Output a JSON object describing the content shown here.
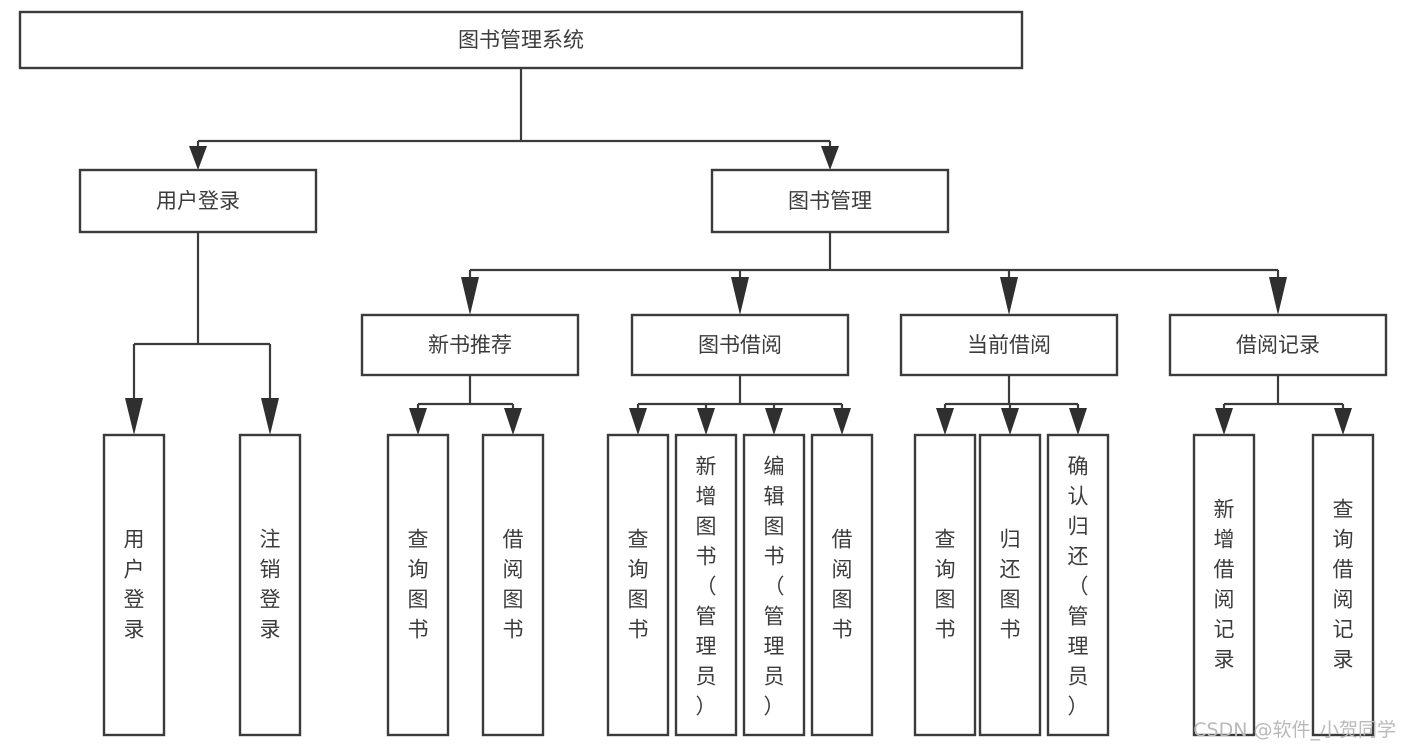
{
  "diagram": {
    "type": "tree",
    "title": "图书管理系统",
    "root": {
      "id": "root",
      "label": "图书管理系统"
    },
    "level2": [
      {
        "id": "user-login",
        "label": "用户登录"
      },
      {
        "id": "book-manage",
        "label": "图书管理"
      }
    ],
    "level3": [
      {
        "id": "new-book-rec",
        "label": "新书推荐",
        "parent": "book-manage"
      },
      {
        "id": "book-borrow",
        "label": "图书借阅",
        "parent": "book-manage"
      },
      {
        "id": "current-borrow",
        "label": "当前借阅",
        "parent": "book-manage"
      },
      {
        "id": "borrow-record",
        "label": "借阅记录",
        "parent": "book-manage"
      }
    ],
    "leaves": [
      {
        "id": "leaf-user-login",
        "label": "用户登录",
        "parent": "user-login"
      },
      {
        "id": "leaf-logout-login",
        "label": "注销登录",
        "parent": "user-login"
      },
      {
        "id": "leaf-query-book-1",
        "label": "查询图书",
        "parent": "new-book-rec"
      },
      {
        "id": "leaf-borrow-book-1",
        "label": "借阅图书",
        "parent": "new-book-rec"
      },
      {
        "id": "leaf-query-book-2",
        "label": "查询图书",
        "parent": "book-borrow"
      },
      {
        "id": "leaf-add-book",
        "label": "新增图书（管理员）",
        "parent": "book-borrow"
      },
      {
        "id": "leaf-edit-book",
        "label": "编辑图书（管理员）",
        "parent": "book-borrow"
      },
      {
        "id": "leaf-borrow-book-2",
        "label": "借阅图书",
        "parent": "book-borrow"
      },
      {
        "id": "leaf-query-book-3",
        "label": "查询图书",
        "parent": "current-borrow"
      },
      {
        "id": "leaf-return-book",
        "label": "归还图书",
        "parent": "current-borrow"
      },
      {
        "id": "leaf-confirm-return",
        "label": "确认归还（管理员）",
        "parent": "current-borrow"
      },
      {
        "id": "leaf-add-record",
        "label": "新增借阅记录",
        "parent": "borrow-record"
      },
      {
        "id": "leaf-query-record",
        "label": "查询借阅记录",
        "parent": "borrow-record"
      }
    ],
    "colors": {
      "box_stroke": "#3b3b3b",
      "box_fill": "#ffffff",
      "text": "#3c3c3c",
      "connector": "#3b3b3b",
      "watermark": "#b9b9b9",
      "background": "#ffffff"
    }
  },
  "watermark": {
    "text": "CSDN @软件_小贺同学"
  }
}
